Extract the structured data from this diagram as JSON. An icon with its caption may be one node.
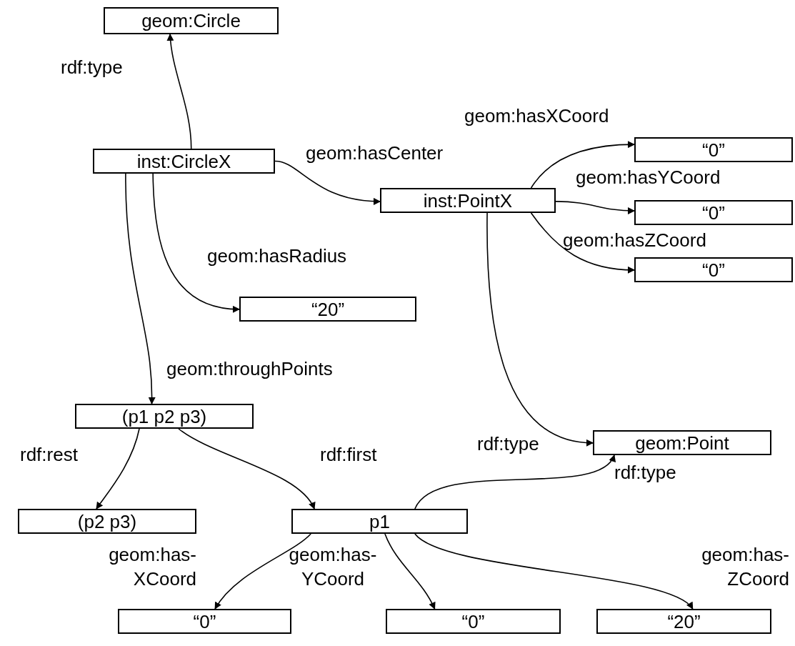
{
  "diagram": {
    "nodes": [
      {
        "text": [
          "geom:Circle"
        ]
      },
      {
        "text": [
          "inst:CircleX"
        ]
      },
      {
        "text": [
          "inst:PointX"
        ]
      },
      {
        "text": [
          "“0”"
        ]
      },
      {
        "text": [
          "“0”"
        ]
      },
      {
        "text": [
          "“0”"
        ]
      },
      {
        "text": [
          "“20”"
        ]
      },
      {
        "text": [
          "geom:Point"
        ]
      },
      {
        "text": [
          "(p1 p2 p3)"
        ]
      },
      {
        "text": [
          "(p2 p3)"
        ]
      },
      {
        "text": [
          "p1"
        ]
      },
      {
        "text": [
          "“0”"
        ]
      },
      {
        "text": [
          "“0”"
        ]
      },
      {
        "text": [
          "“20”"
        ]
      }
    ],
    "edges": [
      {
        "from": 1,
        "to": 0,
        "arrow": "to",
        "label": "rdf:type"
      },
      {
        "from": 1,
        "to": 2,
        "arrow": "to",
        "label": "geom:hasCenter"
      },
      {
        "from": 2,
        "to": 3,
        "arrow": "to",
        "label": "geom:hasXCoord"
      },
      {
        "from": 2,
        "to": 4,
        "arrow": "to",
        "label": "geom:hasYCoord"
      },
      {
        "from": 2,
        "to": 5,
        "arrow": "to",
        "label": "geom:hasZCoord"
      },
      {
        "from": 1,
        "to": 6,
        "arrow": "to",
        "label": "geom:hasRadius"
      },
      {
        "from": 1,
        "to": 8,
        "arrow": "to",
        "label": "geom:throughPoints"
      },
      {
        "from": 2,
        "to": 7,
        "arrow": "to",
        "label": "rdf:type"
      },
      {
        "from": 10,
        "to": 7,
        "arrow": "to",
        "label": "rdf:type"
      },
      {
        "from": 8,
        "to": 9,
        "arrow": "to",
        "label": "rdf:rest"
      },
      {
        "from": 8,
        "to": 10,
        "arrow": "to",
        "label": "rdf:first"
      },
      {
        "from": 10,
        "to": 11,
        "arrow": "to",
        "label": "geom:has- XCoord"
      },
      {
        "from": 10,
        "to": 12,
        "arrow": "to",
        "label": "geom:has- YCoord"
      },
      {
        "from": 10,
        "to": 13,
        "arrow": "to",
        "label": "geom:has- ZCoord"
      }
    ]
  }
}
